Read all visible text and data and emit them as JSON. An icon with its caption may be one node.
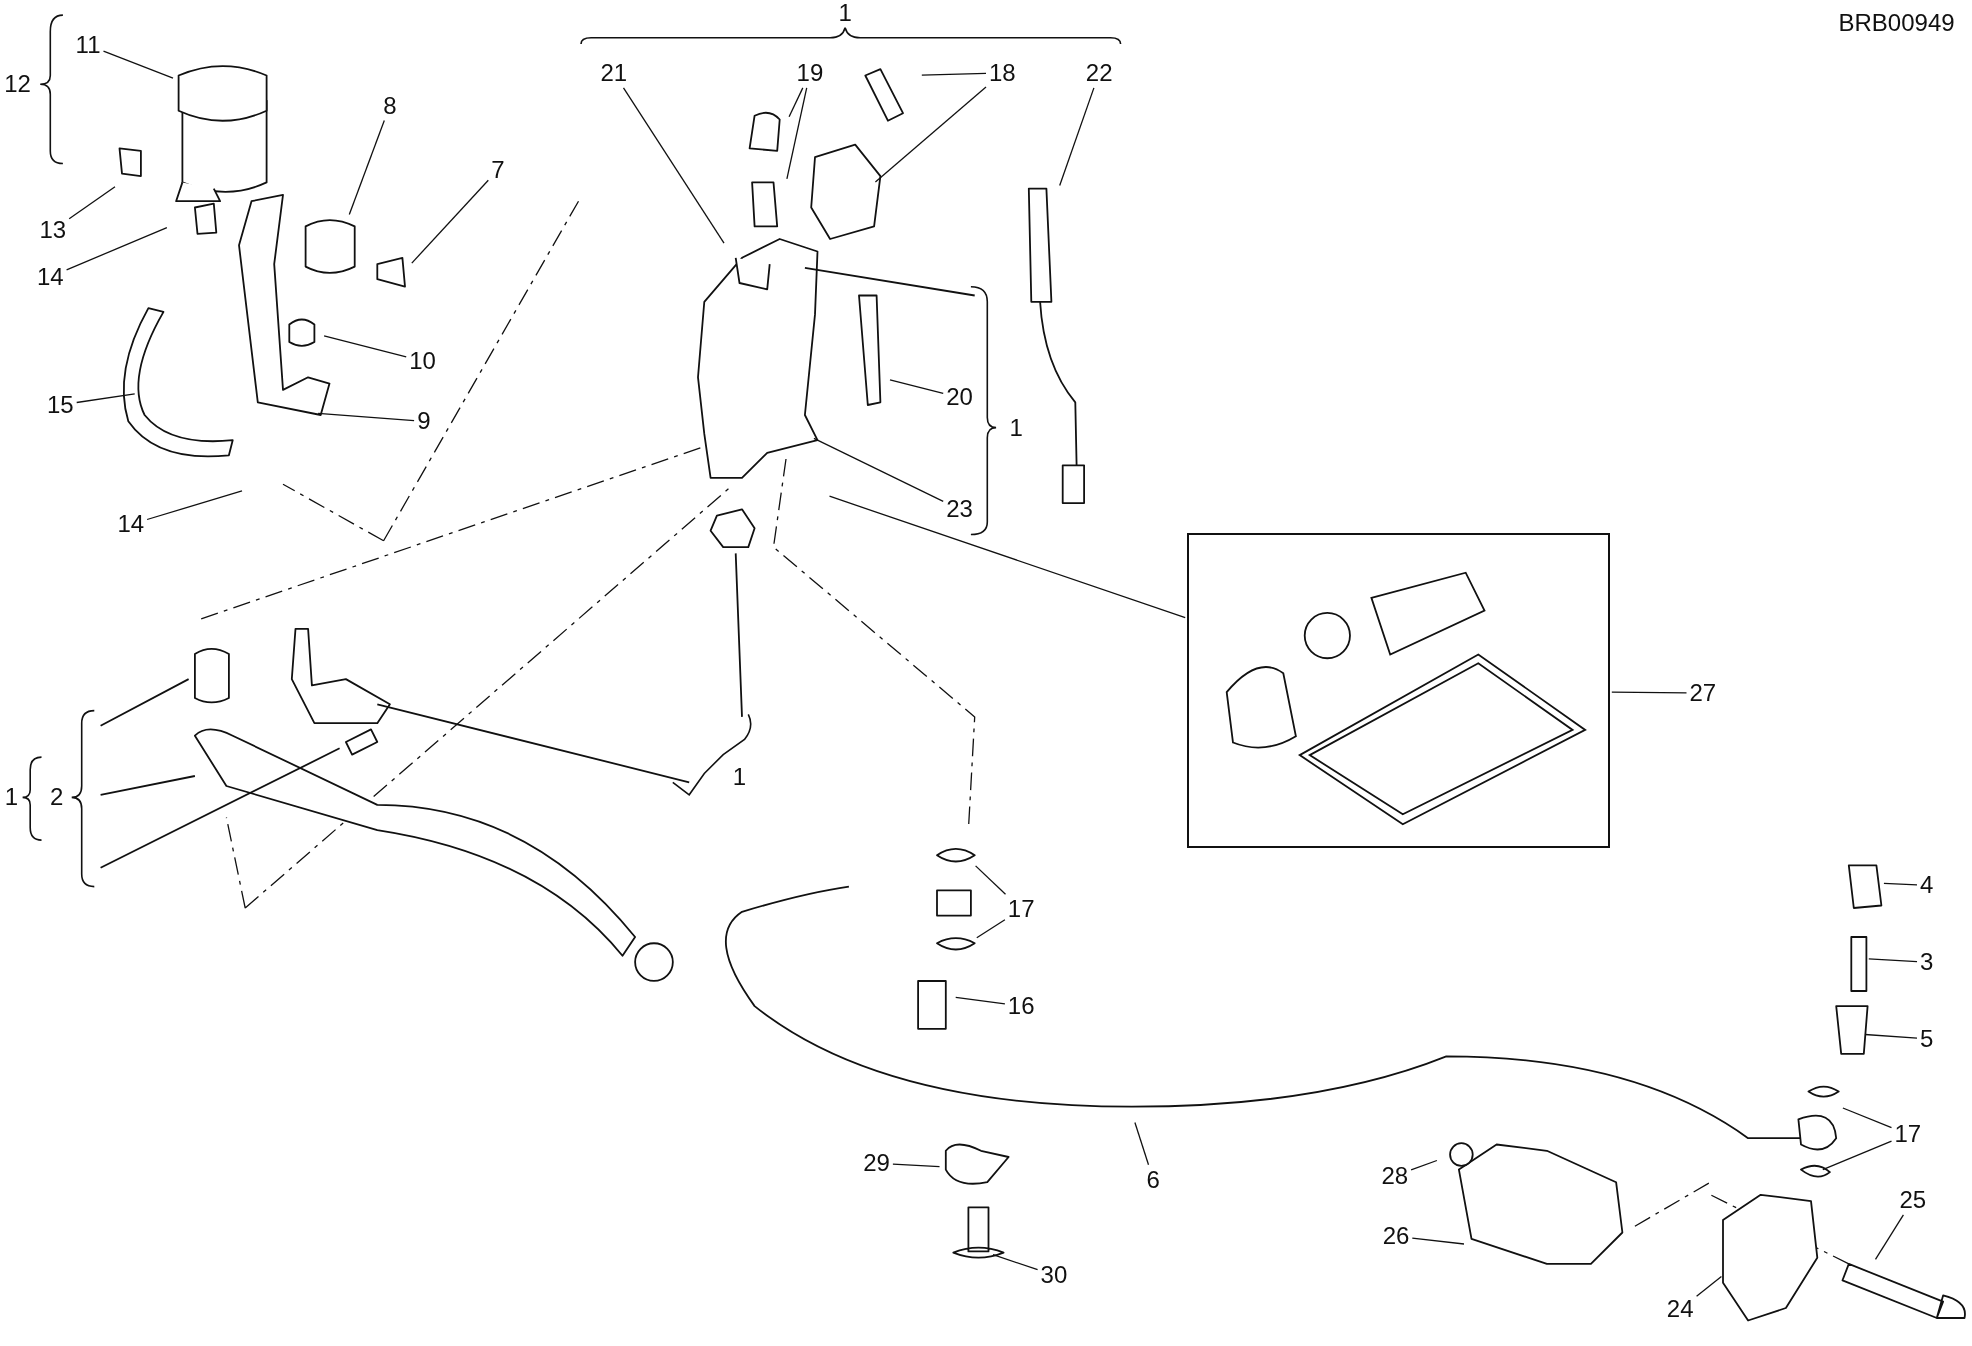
{
  "diagram": {
    "nodes": [
      {
        "text": [
          "21"
        ]
      },
      {
        "text": [
          "19"
        ]
      },
      {
        "text": [
          "18"
        ]
      },
      {
        "text": [
          "22"
        ]
      },
      {
        "text": [
          "11"
        ]
      },
      {
        "text": [
          "8"
        ]
      },
      {
        "text": [
          "7"
        ]
      },
      {
        "text": [
          "13"
        ]
      },
      {
        "text": [
          "14"
        ]
      },
      {
        "text": [
          "10"
        ]
      },
      {
        "text": [
          "15"
        ]
      },
      {
        "text": [
          "9"
        ]
      },
      {
        "text": [
          "14"
        ]
      },
      {
        "text": [
          "20"
        ]
      },
      {
        "text": [
          "23"
        ]
      },
      {
        "text": [
          "27"
        ]
      },
      {
        "text": [],
        "shape": "box"
      },
      {
        "text": [
          "17"
        ]
      },
      {
        "text": [
          "16"
        ]
      },
      {
        "text": [
          "4"
        ]
      },
      {
        "text": [
          "3"
        ]
      },
      {
        "text": [
          "5"
        ]
      },
      {
        "text": [
          "6"
        ]
      },
      {
        "text": [
          "17"
        ]
      },
      {
        "text": [
          "29"
        ]
      },
      {
        "text": [
          "28"
        ]
      },
      {
        "text": [
          "26"
        ]
      },
      {
        "text": [
          "30"
        ]
      },
      {
        "text": [
          "25"
        ]
      },
      {
        "text": [
          "24"
        ]
      }
    ],
    "edges": [
      {
        "from": 0,
        "to": null,
        "arrow": "none"
      },
      {
        "from": 1,
        "to": null,
        "arrow": "none"
      },
      {
        "from": 1,
        "to": null,
        "arrow": "none"
      },
      {
        "from": 2,
        "to": null,
        "arrow": "none"
      },
      {
        "from": 2,
        "to": null,
        "arrow": "none"
      },
      {
        "from": 3,
        "to": null,
        "arrow": "none"
      },
      {
        "from": 4,
        "to": null,
        "arrow": "none"
      },
      {
        "from": 5,
        "to": null,
        "arrow": "none"
      },
      {
        "from": 6,
        "to": null,
        "arrow": "none"
      },
      {
        "from": 7,
        "to": null,
        "arrow": "none"
      },
      {
        "from": 8,
        "to": null,
        "arrow": "none"
      },
      {
        "from": 9,
        "to": null,
        "arrow": "none"
      },
      {
        "from": 10,
        "to": null,
        "arrow": "none"
      },
      {
        "from": 11,
        "to": null,
        "arrow": "none"
      },
      {
        "from": 12,
        "to": null,
        "arrow": "none"
      },
      {
        "from": 13,
        "to": null,
        "arrow": "none"
      },
      {
        "from": 14,
        "to": null,
        "arrow": "none"
      },
      {
        "from": 15,
        "to": 16,
        "arrow": "none"
      },
      {
        "from": 16,
        "to": null,
        "arrow": "none"
      },
      {
        "from": 17,
        "to": null,
        "arrow": "none"
      },
      {
        "from": 17,
        "to": null,
        "arrow": "none"
      },
      {
        "from": 18,
        "to": null,
        "arrow": "none"
      },
      {
        "from": 19,
        "to": null,
        "arrow": "none"
      },
      {
        "from": 20,
        "to": null,
        "arrow": "none"
      },
      {
        "from": 21,
        "to": null,
        "arrow": "none"
      },
      {
        "from": 22,
        "to": null,
        "arrow": "none"
      },
      {
        "from": 23,
        "to": null,
        "arrow": "none"
      },
      {
        "from": 23,
        "to": null,
        "arrow": "none"
      },
      {
        "from": 24,
        "to": null,
        "arrow": "none"
      },
      {
        "from": 25,
        "to": null,
        "arrow": "none"
      },
      {
        "from": 26,
        "to": null,
        "arrow": "none"
      },
      {
        "from": 27,
        "to": null,
        "arrow": "none"
      },
      {
        "from": 28,
        "to": null,
        "arrow": "none"
      },
      {
        "from": 29,
        "to": null,
        "arrow": "none"
      }
    ],
    "labels": [
      "BRB00949",
      "1",
      "12",
      "1",
      "1",
      "1",
      "2"
    ]
  }
}
